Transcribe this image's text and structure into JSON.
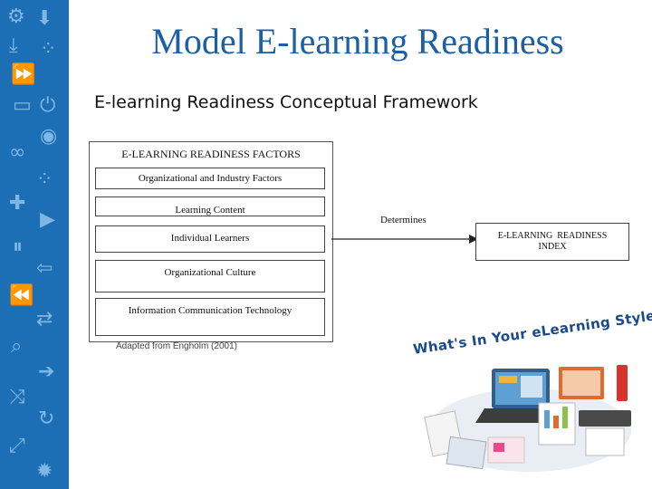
{
  "slide": {
    "title": "Model E-learning Readiness",
    "subtitle": "E-learning Readiness Conceptual Framework"
  },
  "framework": {
    "header": "E-LEARNING READINESS FACTORS",
    "factors": [
      "Organizational and Industry Factors",
      "Learning Content",
      "Individual Learners",
      "Organizational Culture",
      "Information Communication Technology"
    ],
    "relation": "Determines",
    "index_lines": [
      "E-LEARNING  READINESS",
      "INDEX"
    ],
    "caption": "Adapted from Engholm (2001)"
  },
  "illustration": {
    "title": "What's In Your eLearning Style Guide?"
  },
  "colors": {
    "sidebar": "#1c6fb4",
    "title": "#1c5fa5"
  }
}
